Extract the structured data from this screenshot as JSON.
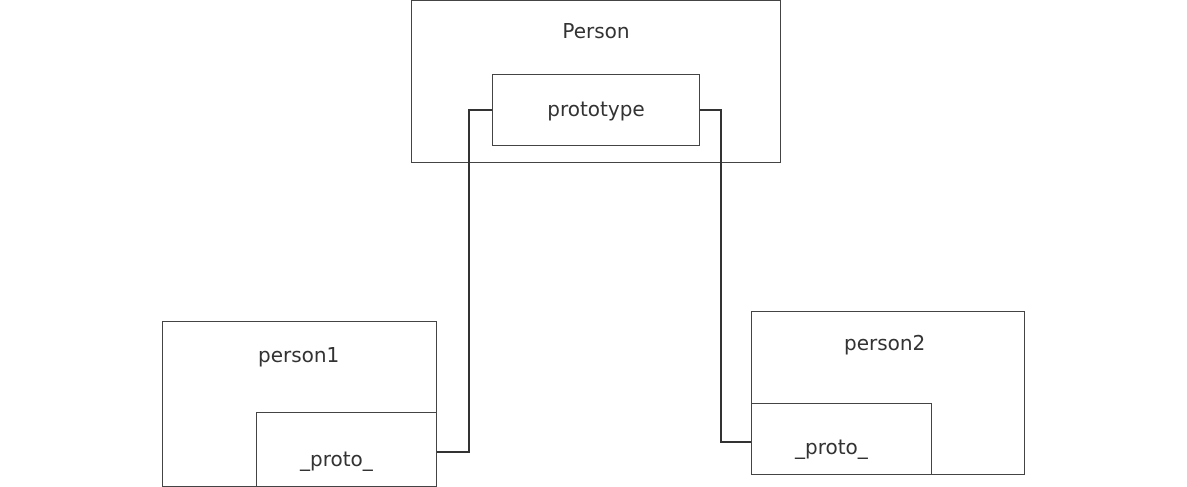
{
  "constructor": {
    "title": "Person",
    "prototype_label": "prototype"
  },
  "instances": [
    {
      "title": "person1",
      "proto_label": "_proto_"
    },
    {
      "title": "person2",
      "proto_label": "_proto_"
    }
  ],
  "colors": {
    "border": "#444444",
    "connector": "#333333",
    "text": "#333333"
  }
}
